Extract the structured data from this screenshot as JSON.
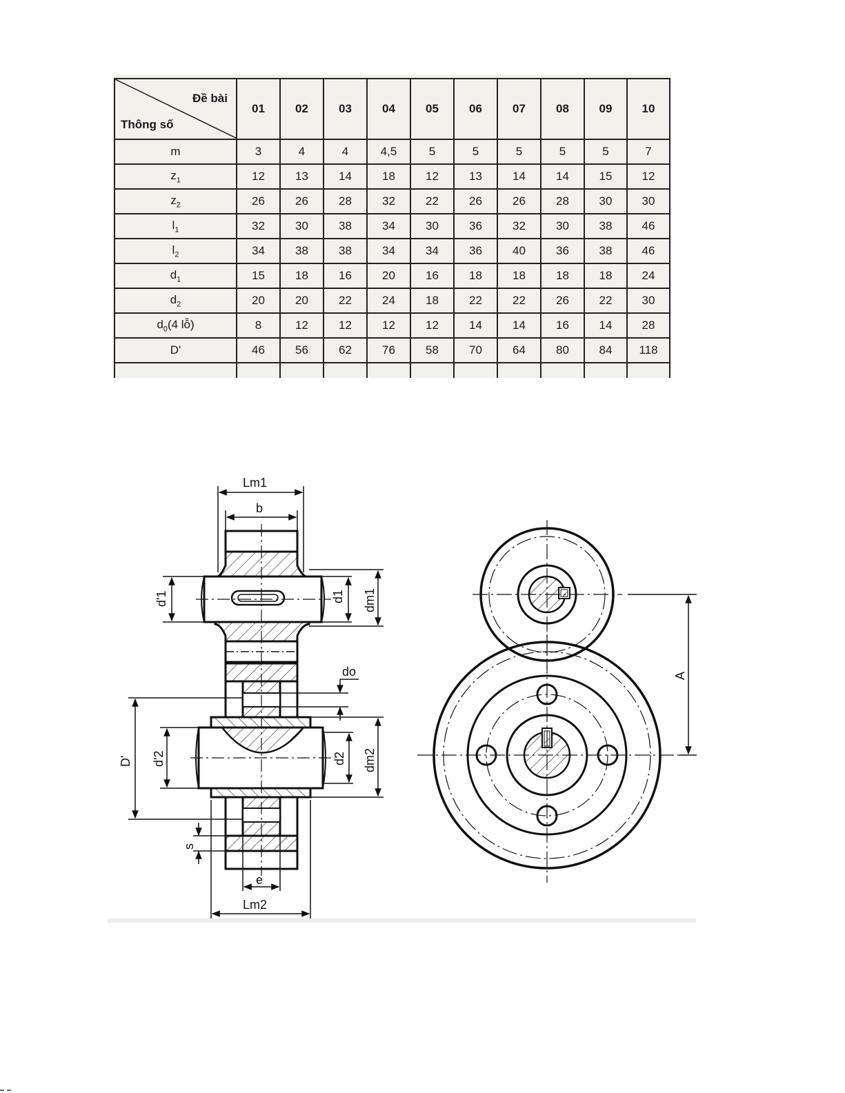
{
  "table": {
    "header_top": "Đề bài",
    "header_bottom": "Thông số",
    "columns": [
      "01",
      "02",
      "03",
      "04",
      "05",
      "06",
      "07",
      "08",
      "09",
      "10"
    ],
    "rows": [
      {
        "name": {
          "base": "m",
          "sub": "",
          "suffix": ""
        },
        "values": [
          "3",
          "4",
          "4",
          "4,5",
          "5",
          "5",
          "5",
          "5",
          "5",
          "7"
        ]
      },
      {
        "name": {
          "base": "z",
          "sub": "1",
          "suffix": ""
        },
        "values": [
          "12",
          "13",
          "14",
          "18",
          "12",
          "13",
          "14",
          "14",
          "15",
          "12"
        ]
      },
      {
        "name": {
          "base": "z",
          "sub": "2",
          "suffix": ""
        },
        "values": [
          "26",
          "26",
          "28",
          "32",
          "22",
          "26",
          "26",
          "28",
          "30",
          "30"
        ]
      },
      {
        "name": {
          "base": "l",
          "sub": "1",
          "suffix": ""
        },
        "values": [
          "32",
          "30",
          "38",
          "34",
          "30",
          "36",
          "32",
          "30",
          "38",
          "46"
        ]
      },
      {
        "name": {
          "base": "l",
          "sub": "2",
          "suffix": ""
        },
        "values": [
          "34",
          "38",
          "38",
          "34",
          "34",
          "36",
          "40",
          "36",
          "38",
          "46"
        ]
      },
      {
        "name": {
          "base": "d",
          "sub": "1",
          "suffix": ""
        },
        "values": [
          "15",
          "18",
          "16",
          "20",
          "16",
          "18",
          "18",
          "18",
          "18",
          "24"
        ]
      },
      {
        "name": {
          "base": "d",
          "sub": "2",
          "suffix": ""
        },
        "values": [
          "20",
          "20",
          "22",
          "24",
          "18",
          "22",
          "22",
          "26",
          "22",
          "30"
        ]
      },
      {
        "name": {
          "base": "d",
          "sub": "0",
          "suffix": "(4 lỗ)"
        },
        "values": [
          "8",
          "12",
          "12",
          "12",
          "12",
          "14",
          "14",
          "16",
          "14",
          "28"
        ]
      },
      {
        "name": {
          "base": "D'",
          "sub": "",
          "suffix": ""
        },
        "values": [
          "46",
          "56",
          "62",
          "76",
          "58",
          "70",
          "64",
          "80",
          "84",
          "118"
        ]
      }
    ]
  },
  "drawing": {
    "labels": {
      "lm1": "Lm1",
      "b": "b",
      "d1_prime": "d'1",
      "d1": "d1",
      "dm1": "dm1",
      "do": "do",
      "d_prime_big": "D'",
      "d2_prime": "d'2",
      "d2": "d2",
      "dm2": "dm2",
      "s": "s",
      "e": "e",
      "lm2": "Lm2",
      "a": "A"
    }
  }
}
